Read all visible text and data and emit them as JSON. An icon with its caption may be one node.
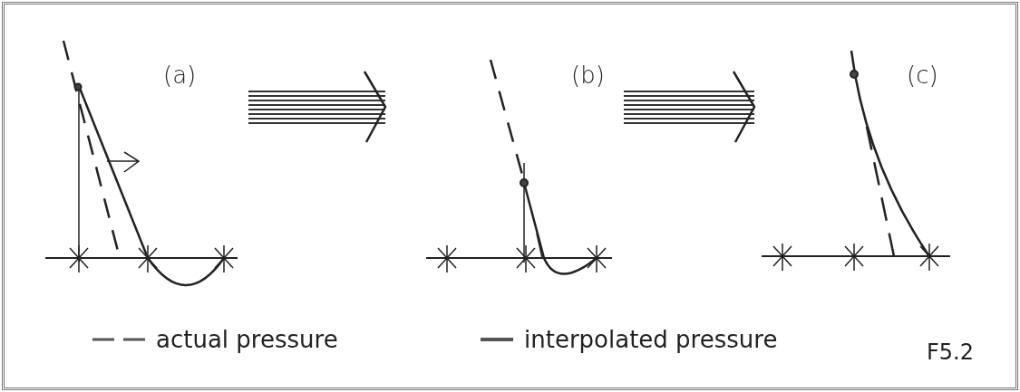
{
  "diagram": {
    "nodes": [
      {
        "text": [
          "(a)"
        ]
      },
      {
        "text": [
          "(b)"
        ]
      },
      {
        "text": [
          "(c)"
        ]
      }
    ],
    "edges": [
      {
        "from": 0,
        "to": 1,
        "arrow": "to",
        "style": "thick"
      },
      {
        "from": 1,
        "to": 2,
        "arrow": "to",
        "style": "thick"
      }
    ],
    "labels": [
      "F5.2"
    ],
    "legend": [
      {
        "text": "actual pressure"
      },
      {
        "text": "interpolated pressure"
      }
    ]
  }
}
